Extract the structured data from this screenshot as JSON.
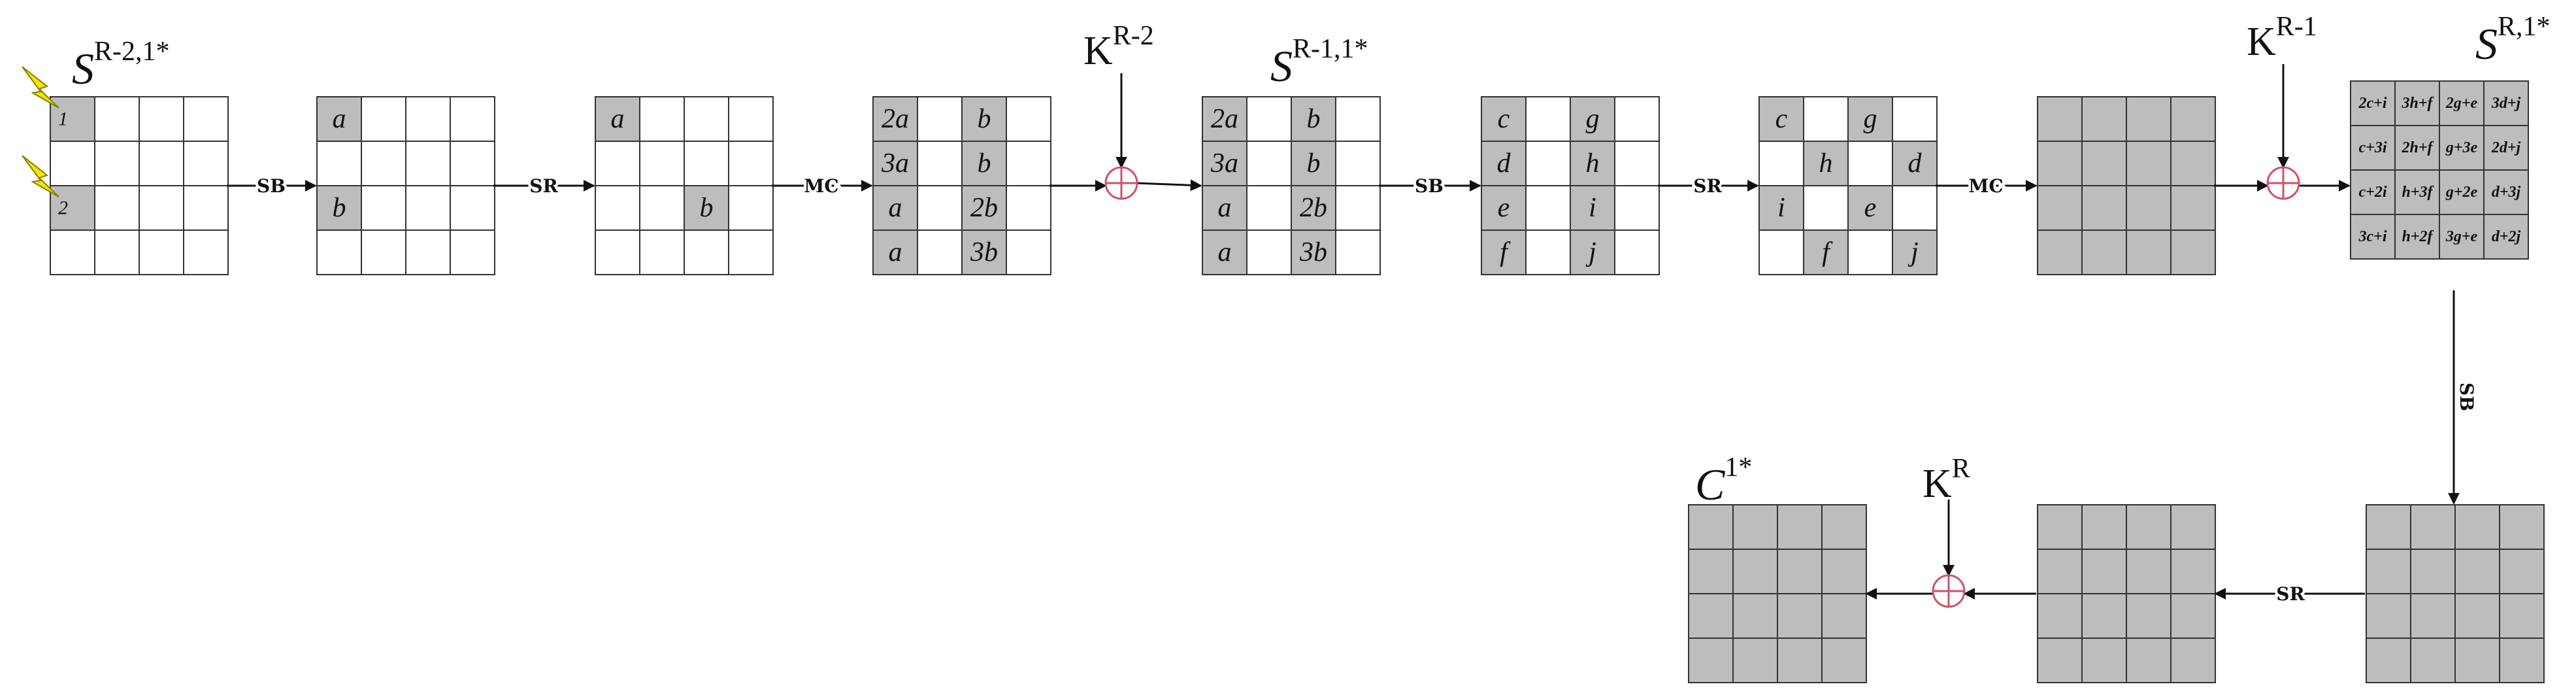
{
  "colors": {
    "shaded": "#bdbdbd",
    "plain": "#ffffff",
    "xor": "#d0506a",
    "fault": "#f2e600"
  },
  "labels": {
    "s_r2": "S",
    "s_r2_sup": "R-2,1*",
    "s_r1": "S",
    "s_r1_sup": "R-1,1*",
    "s_r": "S",
    "s_r_sup": "R,1*",
    "c1": "C",
    "c1_sup": "1*",
    "k_r2": "K",
    "k_r2_sup": "R-2",
    "k_r1": "K",
    "k_r1_sup": "R-1",
    "k_r": "K",
    "k_r_sup": "R"
  },
  "ops": {
    "sb1": "SB",
    "sr1": "SR",
    "mc1": "MC",
    "sb2": "SB",
    "sr2": "SR",
    "mc2": "MC",
    "sb3": "SB",
    "sr3": "SR"
  },
  "fault_icons": [
    "lightning-icon",
    "lightning-icon"
  ],
  "states": [
    {
      "name": "state-r2-input",
      "fill": "all-white",
      "cells": [
        [
          "1",
          "",
          "",
          ""
        ],
        [
          "",
          "",
          "",
          ""
        ],
        [
          "2",
          "",
          "",
          ""
        ],
        [
          "",
          "",
          "",
          ""
        ]
      ],
      "shaded": [
        [
          0,
          0
        ],
        [
          2,
          0
        ]
      ]
    },
    {
      "name": "state-after-sb1",
      "fill": "all-white",
      "cells": [
        [
          "a",
          "",
          "",
          ""
        ],
        [
          "",
          "",
          "",
          ""
        ],
        [
          "b",
          "",
          "",
          ""
        ],
        [
          "",
          "",
          "",
          ""
        ]
      ],
      "shaded": [
        [
          0,
          0
        ],
        [
          2,
          0
        ]
      ]
    },
    {
      "name": "state-after-sr1",
      "fill": "all-white",
      "cells": [
        [
          "a",
          "",
          "",
          ""
        ],
        [
          "",
          "",
          "",
          ""
        ],
        [
          "",
          "",
          "b",
          ""
        ],
        [
          "",
          "",
          "",
          ""
        ]
      ],
      "shaded": [
        [
          0,
          0
        ],
        [
          2,
          2
        ]
      ]
    },
    {
      "name": "state-after-mc1",
      "fill": "all-white",
      "cells": [
        [
          "2a",
          "",
          "b",
          ""
        ],
        [
          "3a",
          "",
          "b",
          ""
        ],
        [
          "a",
          "",
          "2b",
          ""
        ],
        [
          "a",
          "",
          "3b",
          ""
        ]
      ],
      "shaded": [
        [
          0,
          0
        ],
        [
          1,
          0
        ],
        [
          2,
          0
        ],
        [
          3,
          0
        ],
        [
          0,
          2
        ],
        [
          1,
          2
        ],
        [
          2,
          2
        ],
        [
          3,
          2
        ]
      ]
    },
    {
      "name": "state-r1-input",
      "fill": "all-white",
      "cells": [
        [
          "2a",
          "",
          "b",
          ""
        ],
        [
          "3a",
          "",
          "b",
          ""
        ],
        [
          "a",
          "",
          "2b",
          ""
        ],
        [
          "a",
          "",
          "3b",
          ""
        ]
      ],
      "shaded": [
        [
          0,
          0
        ],
        [
          1,
          0
        ],
        [
          2,
          0
        ],
        [
          3,
          0
        ],
        [
          0,
          2
        ],
        [
          1,
          2
        ],
        [
          2,
          2
        ],
        [
          3,
          2
        ]
      ]
    },
    {
      "name": "state-after-sb2",
      "fill": "all-white",
      "cells": [
        [
          "c",
          "",
          "g",
          ""
        ],
        [
          "d",
          "",
          "h",
          ""
        ],
        [
          "e",
          "",
          "i",
          ""
        ],
        [
          "f",
          "",
          "j",
          ""
        ]
      ],
      "shaded": [
        [
          0,
          0
        ],
        [
          1,
          0
        ],
        [
          2,
          0
        ],
        [
          3,
          0
        ],
        [
          0,
          2
        ],
        [
          1,
          2
        ],
        [
          2,
          2
        ],
        [
          3,
          2
        ]
      ]
    },
    {
      "name": "state-after-sr2",
      "fill": "all-white",
      "cells": [
        [
          "c",
          "",
          "g",
          ""
        ],
        [
          "",
          "h",
          "",
          "d"
        ],
        [
          "i",
          "",
          "e",
          ""
        ],
        [
          "",
          "f",
          "",
          "j"
        ]
      ],
      "shaded": [
        [
          0,
          0
        ],
        [
          0,
          2
        ],
        [
          1,
          1
        ],
        [
          1,
          3
        ],
        [
          2,
          0
        ],
        [
          2,
          2
        ],
        [
          3,
          1
        ],
        [
          3,
          3
        ]
      ]
    },
    {
      "name": "state-after-mc2",
      "fill": "all-shaded",
      "cells": [
        [
          "",
          "",
          "",
          ""
        ],
        [
          "",
          "",
          "",
          ""
        ],
        [
          "",
          "",
          "",
          ""
        ],
        [
          "",
          "",
          "",
          ""
        ]
      ],
      "shaded": []
    },
    {
      "name": "state-r-input",
      "fill": "all-shaded",
      "cells": [
        [
          "2c+i",
          "3h+f",
          "2g+e",
          "3d+j"
        ],
        [
          "c+3i",
          "2h+f",
          "g+3e",
          "2d+j"
        ],
        [
          "c+2i",
          "h+3f",
          "g+2e",
          "d+3j"
        ],
        [
          "3c+i",
          "h+2f",
          "3g+e",
          "d+2j"
        ]
      ],
      "shaded": []
    },
    {
      "name": "state-after-sb3",
      "fill": "all-shaded",
      "cells": [
        [
          "",
          "",
          "",
          ""
        ],
        [
          "",
          "",
          "",
          ""
        ],
        [
          "",
          "",
          "",
          ""
        ],
        [
          "",
          "",
          "",
          ""
        ]
      ],
      "shaded": []
    },
    {
      "name": "state-after-sr3",
      "fill": "all-shaded",
      "cells": [
        [
          "",
          "",
          "",
          ""
        ],
        [
          "",
          "",
          "",
          ""
        ],
        [
          "",
          "",
          "",
          ""
        ],
        [
          "",
          "",
          "",
          ""
        ]
      ],
      "shaded": []
    },
    {
      "name": "state-ciphertext",
      "fill": "all-shaded",
      "cells": [
        [
          "",
          "",
          "",
          ""
        ],
        [
          "",
          "",
          "",
          ""
        ],
        [
          "",
          "",
          "",
          ""
        ],
        [
          "",
          "",
          "",
          ""
        ]
      ],
      "shaded": []
    }
  ]
}
